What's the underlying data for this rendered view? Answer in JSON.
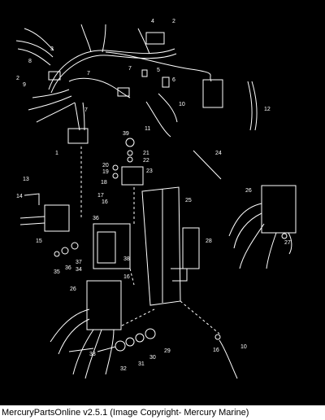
{
  "diagram": {
    "callouts": [
      "1",
      "2",
      "3",
      "4",
      "5",
      "6",
      "7",
      "8",
      "9",
      "10",
      "11",
      "12",
      "13",
      "14",
      "15",
      "16",
      "17",
      "18",
      "19",
      "20",
      "21",
      "22",
      "23",
      "24",
      "25",
      "26",
      "27",
      "28",
      "29",
      "30",
      "31",
      "32",
      "33",
      "34",
      "35",
      "36",
      "37",
      "38",
      "39"
    ],
    "colors": {
      "background": "#000000",
      "line": "#ffffff"
    }
  },
  "footer": {
    "caption": "MercuryPartsOnline v2.5.1 (Image Copyright- Mercury Marine)"
  }
}
